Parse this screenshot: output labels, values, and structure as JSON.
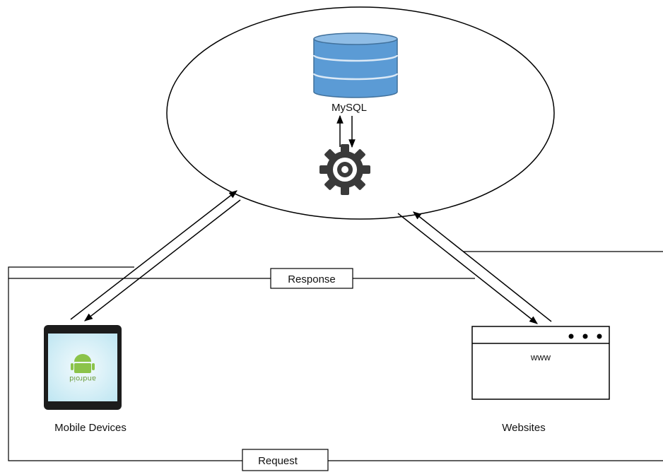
{
  "server": {
    "database_label": "MySQL",
    "database_icon": "database-cylinder-icon",
    "engine_icon": "gear-icon",
    "database_color": "#5b9bd5"
  },
  "clients": {
    "mobile_label": "Mobile Devices",
    "mobile_icon": "android-phone-icon",
    "mobile_screen_text": "android",
    "website_label": "Websites",
    "website_icon": "browser-window-icon",
    "website_text": "www"
  },
  "flows": {
    "response_label": "Response",
    "request_label": "Request"
  }
}
